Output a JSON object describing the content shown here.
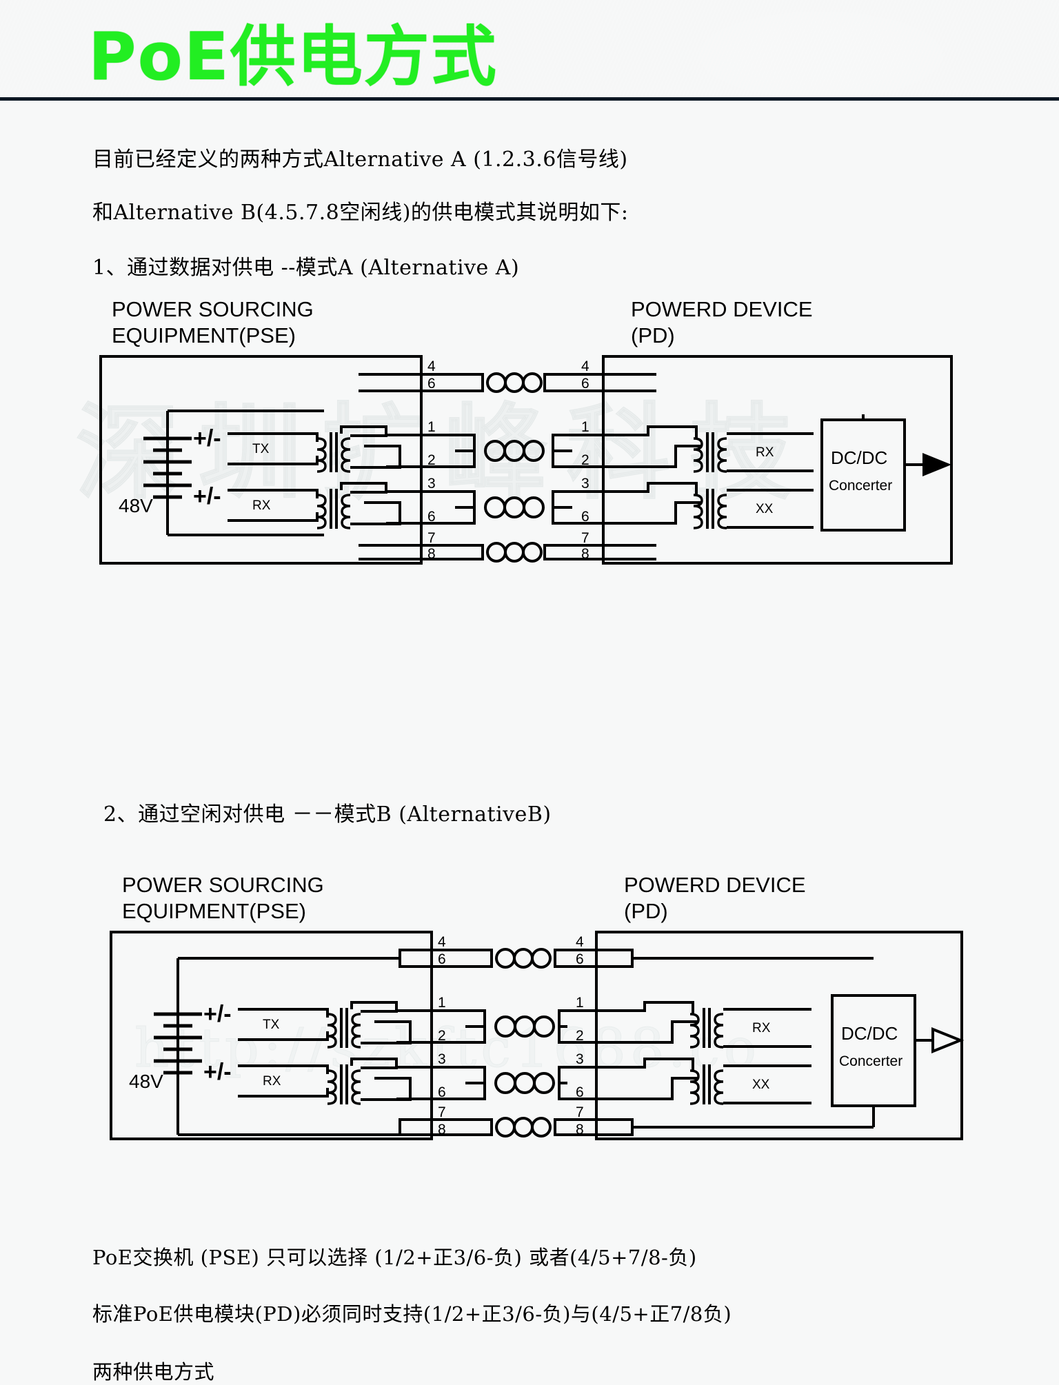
{
  "header": {
    "title": "PoE供电方式",
    "title_color": "#22ee22",
    "background_color": "#2c4a67"
  },
  "watermarks": {
    "company": "深圳扩峰科技",
    "url": "http://szkftc1688.co"
  },
  "intro": {
    "line1": "目前已经定义的两种方式Alternative A (1.2.3.6信号线)",
    "line2": "和Alternative B(4.5.7.8空闲线)的供电模式其说明如下:"
  },
  "section_a": {
    "heading": "1、通过数据对供电 --模式A (Alternative A)",
    "pse_title_line1": "POWER SOURCING",
    "pse_title_line2": "EQUIPMENT(PSE)",
    "pd_title_line1": "POWERD DEVICE",
    "pd_title_line2": "(PD)",
    "battery_voltage": "48V",
    "polarity_top": "+/-",
    "polarity_bottom": "+/-",
    "pse_coil_top": "TX",
    "pse_coil_bottom": "RX",
    "pd_coil_top": "RX",
    "pd_coil_bottom": "XX",
    "converter_line1": "DC/DC",
    "converter_line2": "Concerter",
    "pins_pse": [
      "4",
      "6",
      "1",
      "2",
      "3",
      "6",
      "7",
      "8"
    ],
    "pins_pd": [
      "4",
      "6",
      "1",
      "2",
      "3",
      "6",
      "7",
      "8"
    ]
  },
  "section_b": {
    "heading": "2、通过空闲对供电 －－模式B (AlternativeB)",
    "pse_title_line1": "POWER SOURCING",
    "pse_title_line2": "EQUIPMENT(PSE)",
    "pd_title_line1": "POWERD DEVICE",
    "pd_title_line2": "(PD)",
    "battery_voltage": "48V",
    "polarity_top": "+/-",
    "polarity_bottom": "+/-",
    "pse_coil_top": "TX",
    "pse_coil_bottom": "RX",
    "pd_coil_top": "RX",
    "pd_coil_bottom": "XX",
    "converter_line1": "DC/DC",
    "converter_line2": "Concerter",
    "pins_pse": [
      "4",
      "6",
      "1",
      "2",
      "3",
      "6",
      "7",
      "8"
    ],
    "pins_pd": [
      "4",
      "6",
      "1",
      "2",
      "3",
      "6",
      "7",
      "8"
    ]
  },
  "footer": {
    "line1": "PoE交换机 (PSE) 只可以选择 (1/2+正3/6-负) 或者(4/5+7/8-负)",
    "line2": "标准PoE供电模块(PD)必须同时支持(1/2+正3/6-负)与(4/5+正7/8负)",
    "line3": "两种供电方式"
  }
}
